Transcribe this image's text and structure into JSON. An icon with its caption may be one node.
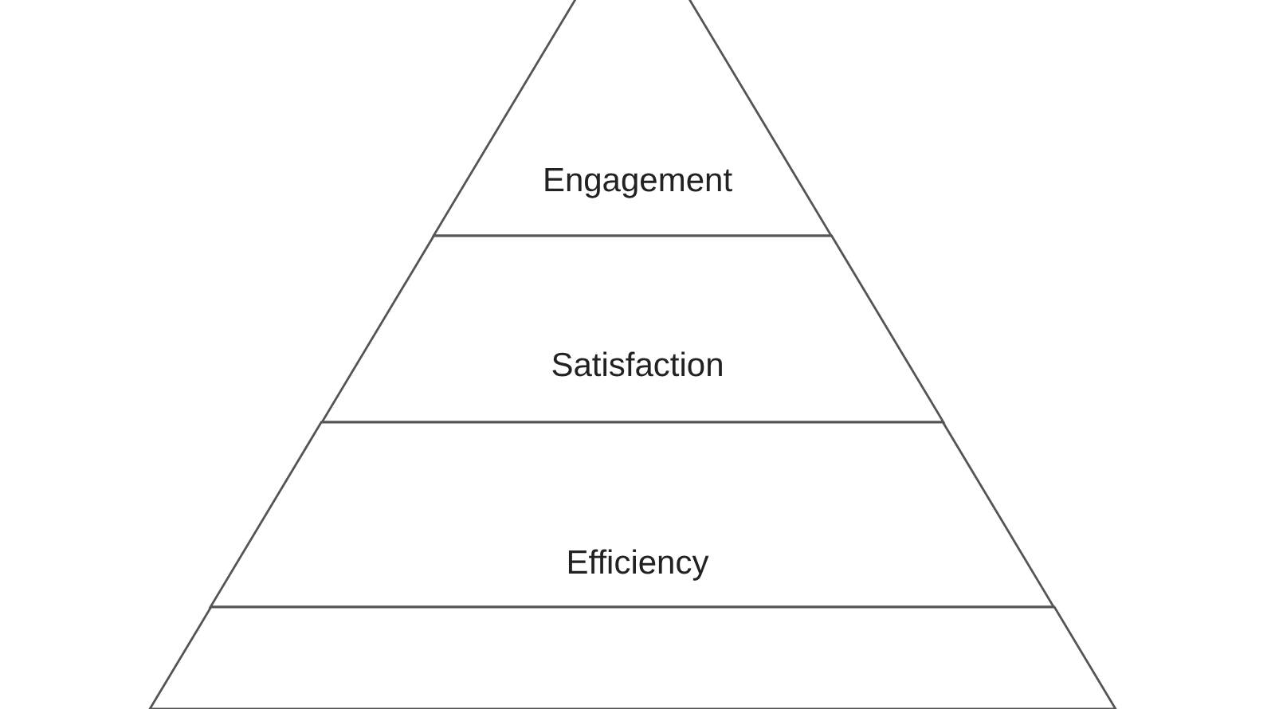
{
  "diagram": {
    "nodes": [
      {
        "text": [
          "Engagement"
        ]
      },
      {
        "text": [
          "Satisfaction"
        ]
      },
      {
        "text": [
          "Efficiency"
        ]
      },
      {
        "text": [],
        "shape": "bar"
      }
    ]
  }
}
